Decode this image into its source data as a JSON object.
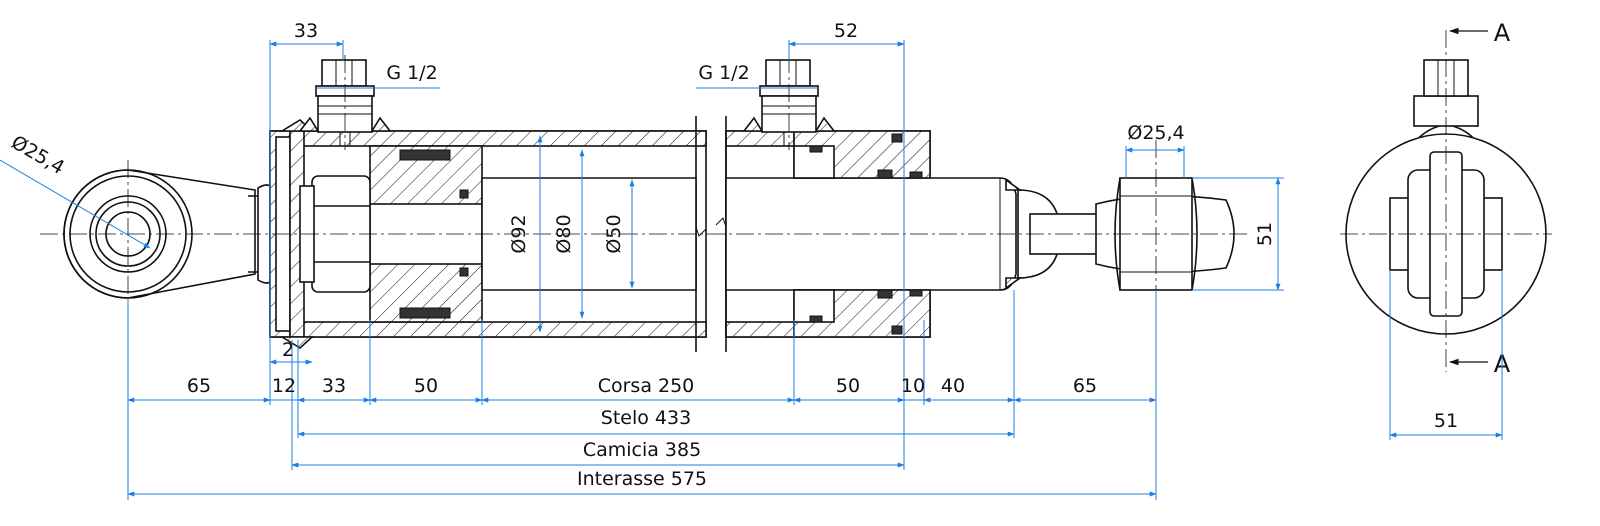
{
  "colors": {
    "dimension_line": "#1f7fe0",
    "outline": "#111111",
    "background": "#ffffff"
  },
  "labels": {
    "top_dim_left": "33",
    "top_dim_right": "52",
    "port_left": "G 1/2",
    "port_right": "G 1/2",
    "eye_left_dia": "Ø25,4",
    "eye_right_dia": "Ø25,4",
    "rod_eye_width": "51",
    "bore_92": "Ø92",
    "bore_80": "Ø80",
    "rod_50": "Ø50",
    "gap_2": "2",
    "section_top": "A",
    "section_bottom": "A",
    "side_width": "51"
  },
  "chain": [
    "65",
    "12",
    "33",
    "50",
    "Corsa 250",
    "50",
    "10",
    "40",
    "65"
  ],
  "totals": {
    "stelo": "Stelo 433",
    "camicia": "Camicia 385",
    "interasse": "Interasse 575"
  }
}
